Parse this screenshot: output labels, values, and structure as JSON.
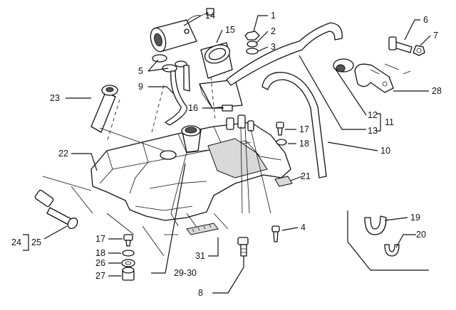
{
  "callouts": [
    {
      "id": "c1",
      "text": "1"
    },
    {
      "id": "c2",
      "text": "2"
    },
    {
      "id": "c3",
      "text": "3"
    },
    {
      "id": "c4",
      "text": "4"
    },
    {
      "id": "c5",
      "text": "5"
    },
    {
      "id": "c6",
      "text": "6"
    },
    {
      "id": "c7",
      "text": "7"
    },
    {
      "id": "c8",
      "text": "8"
    },
    {
      "id": "c9",
      "text": "9"
    },
    {
      "id": "c10",
      "text": "10"
    },
    {
      "id": "c11",
      "text": "11"
    },
    {
      "id": "c12",
      "text": "12"
    },
    {
      "id": "c13",
      "text": "13"
    },
    {
      "id": "c14",
      "text": "14"
    },
    {
      "id": "c15",
      "text": "15"
    },
    {
      "id": "c16",
      "text": "16"
    },
    {
      "id": "c17a",
      "text": "17"
    },
    {
      "id": "c17b",
      "text": "17"
    },
    {
      "id": "c18a",
      "text": "18"
    },
    {
      "id": "c18b",
      "text": "18"
    },
    {
      "id": "c19",
      "text": "19"
    },
    {
      "id": "c20",
      "text": "20"
    },
    {
      "id": "c21",
      "text": "21"
    },
    {
      "id": "c22",
      "text": "22"
    },
    {
      "id": "c23",
      "text": "23"
    },
    {
      "id": "c24",
      "text": "24"
    },
    {
      "id": "c25",
      "text": "25"
    },
    {
      "id": "c26",
      "text": "26"
    },
    {
      "id": "c27",
      "text": "27"
    },
    {
      "id": "c28",
      "text": "28"
    },
    {
      "id": "c2930",
      "text": "29-30"
    },
    {
      "id": "c31",
      "text": "31"
    }
  ]
}
